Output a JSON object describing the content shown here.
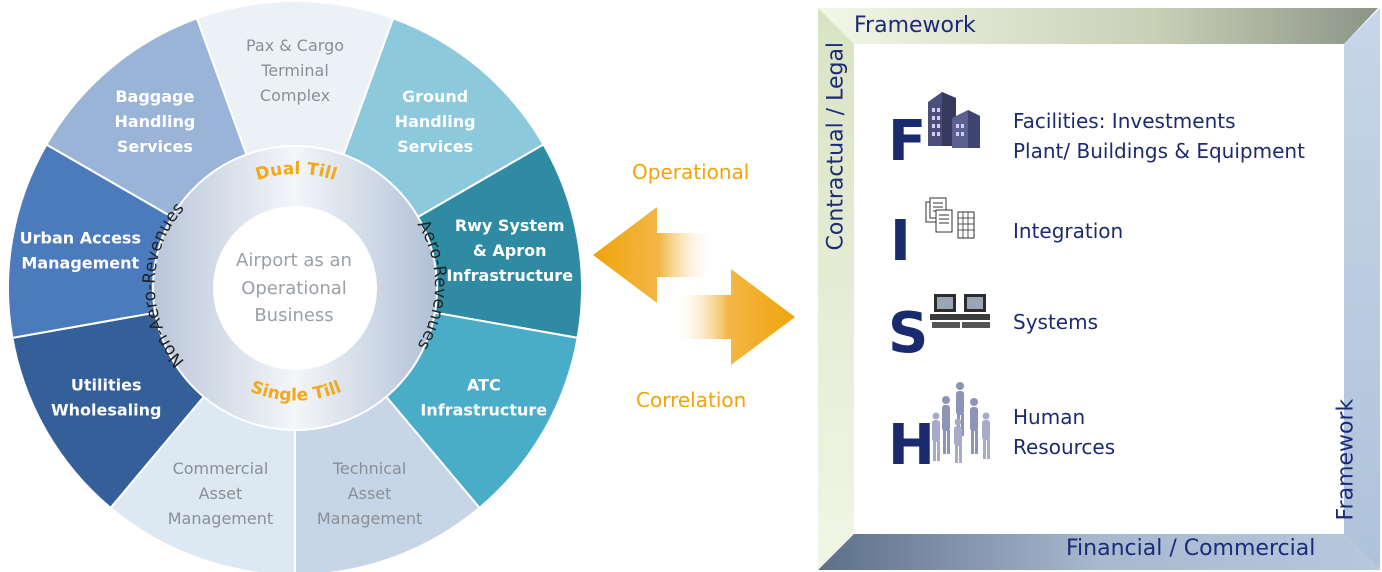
{
  "wheel": {
    "segments": [
      {
        "key": "pax",
        "lines": [
          "Pax & Cargo",
          "Terminal",
          "Complex"
        ],
        "color": "#ecf1f6",
        "style": "light"
      },
      {
        "key": "ground",
        "lines": [
          "Ground",
          "Handling",
          "Services"
        ],
        "color": "#8cc9dc",
        "style": "bold"
      },
      {
        "key": "rwy",
        "lines": [
          "Rwy System",
          "& Apron",
          "Infrastructure"
        ],
        "color": "#2e8ba3",
        "style": "bold"
      },
      {
        "key": "atc",
        "lines": [
          "ATC",
          "Infrastructure"
        ],
        "color": "#4aadc7",
        "style": "bold"
      },
      {
        "key": "technical",
        "lines": [
          "Technical",
          "Asset",
          "Management"
        ],
        "color": "#c7d6e6",
        "style": "light"
      },
      {
        "key": "commercial",
        "lines": [
          "Commercial",
          "Asset",
          "Management"
        ],
        "color": "#dde9f2",
        "style": "light"
      },
      {
        "key": "utilities",
        "lines": [
          "Utilities",
          "Wholesaling"
        ],
        "color": "#345f98",
        "style": "bold"
      },
      {
        "key": "urban",
        "lines": [
          "Urban Access",
          "Management"
        ],
        "color": "#4b7bbd",
        "style": "bold"
      },
      {
        "key": "baggage",
        "lines": [
          "Baggage",
          "Handling",
          "Services"
        ],
        "color": "#9ab4d8",
        "style": "bold"
      }
    ],
    "center_lines": [
      "Airport as an",
      "Operational",
      "Business"
    ],
    "dual_till": "Dual Till",
    "single_till": "Single Till",
    "aero_revenues": "Aero-Revenues",
    "non_aero_revenues": "Non-Aero-Revenues"
  },
  "arrows": {
    "top_label": "Operational",
    "bottom_label": "Correlation",
    "color": "#f0a30a"
  },
  "frame": {
    "top_title": "Framework",
    "left_title": "Contractual / Legal",
    "bottom_title": "Financial / Commercial",
    "right_title": "Framework"
  },
  "fish": [
    {
      "letter": "F",
      "icon": "building-icon",
      "lines": [
        "Facilities: Investments",
        "Plant/ Buildings & Equipment"
      ]
    },
    {
      "letter": "I",
      "icon": "documents-icon",
      "lines": [
        "Integration"
      ]
    },
    {
      "letter": "S",
      "icon": "computers-icon",
      "lines": [
        "Systems"
      ]
    },
    {
      "letter": "H",
      "icon": "people-icon",
      "lines": [
        "Human",
        "Resources"
      ]
    }
  ]
}
